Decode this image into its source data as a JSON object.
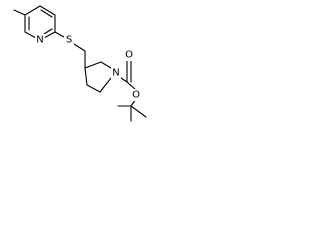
{
  "molecule": {
    "atoms": {
      "pyridine_nitrogen": "N",
      "thioether_sulfur": "S",
      "pyrrolidine_nitrogen": "N",
      "carbonyl_oxygen": "O",
      "ester_oxygen": "O"
    }
  }
}
